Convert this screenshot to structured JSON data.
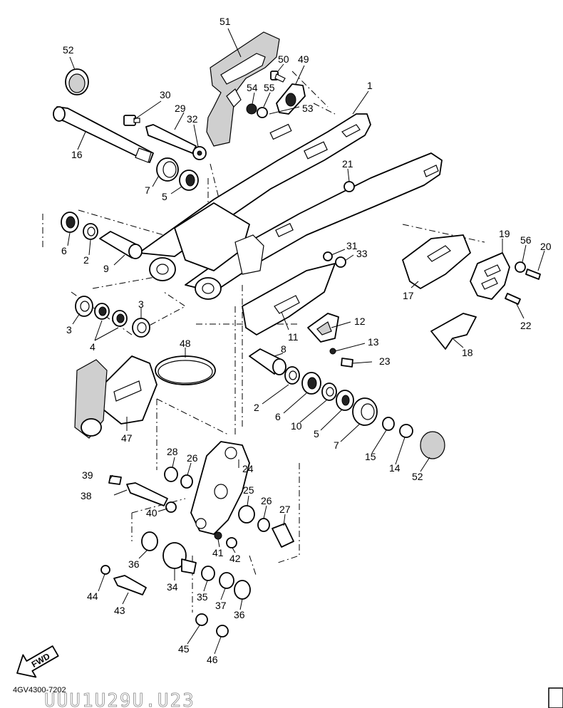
{
  "diagram": {
    "diagram_code": "4GV4300-7202",
    "watermark": "UUU1U29U.U23",
    "direction_label": "FWD",
    "callouts": {
      "c51": "51",
      "c52a": "52",
      "c50": "50",
      "c49": "49",
      "c1": "1",
      "c30": "30",
      "c29": "29",
      "c32": "32",
      "c54": "54",
      "c55": "55",
      "c53": "53",
      "c16": "16",
      "c7a": "7",
      "c5a": "5",
      "c21": "21",
      "c6a": "6",
      "c2a": "2",
      "c9": "9",
      "c31": "31",
      "c33": "33",
      "c19": "19",
      "c56": "56",
      "c20": "20",
      "c17": "17",
      "c22": "22",
      "c3a": "3",
      "c3b": "3",
      "c4": "4",
      "c11": "11",
      "c12": "12",
      "c13": "13",
      "c18": "18",
      "c48": "48",
      "c8": "8",
      "c23": "23",
      "c2b": "2",
      "c6b": "6",
      "c10": "10",
      "c5b": "5",
      "c7b": "7",
      "c15": "15",
      "c14": "14",
      "c52b": "52",
      "c47": "47",
      "c28": "28",
      "c26a": "26",
      "c24": "24",
      "c39": "39",
      "c38": "38",
      "c40": "40",
      "c25": "25",
      "c26b": "26",
      "c27": "27",
      "c41": "41",
      "c42": "42",
      "c36a": "36",
      "c34": "34",
      "c35": "35",
      "c37": "37",
      "c36b": "36",
      "c44": "44",
      "c43": "43",
      "c45": "45",
      "c46": "46"
    }
  }
}
